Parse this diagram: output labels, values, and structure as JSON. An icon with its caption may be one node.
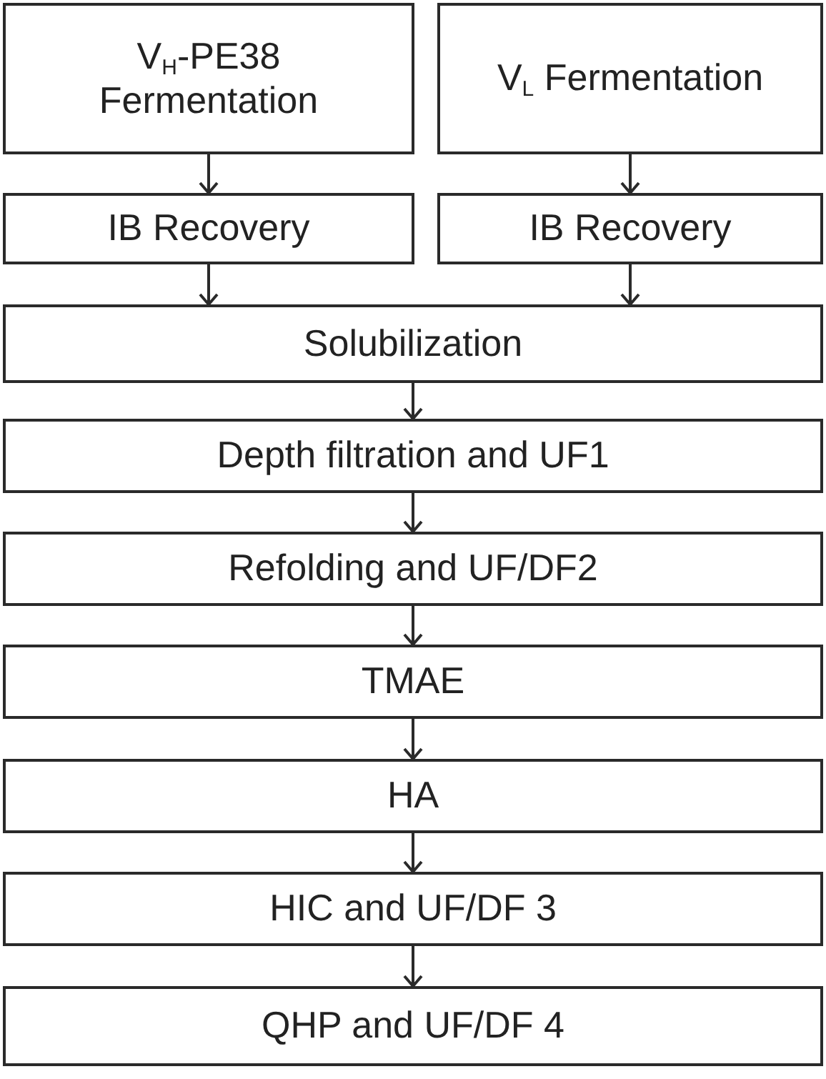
{
  "diagram": {
    "nodes": [
      {
        "text": [
          "V$_{H}$-PE38 Fermentation"
        ]
      },
      {
        "text": [
          "V$_{L}$ Fermentation"
        ]
      },
      {
        "text": [
          "IB Recovery"
        ]
      },
      {
        "text": [
          "IB Recovery"
        ]
      },
      {
        "text": [
          "Solubilization"
        ]
      },
      {
        "text": [
          "Depth filtration and UF1"
        ]
      },
      {
        "text": [
          "Refolding and UF/DF2"
        ]
      },
      {
        "text": [
          "TMAE"
        ]
      },
      {
        "text": [
          "HA"
        ]
      },
      {
        "text": [
          "HIC and UF/DF 3"
        ]
      },
      {
        "text": [
          "QHP and UF/DF 4"
        ]
      }
    ],
    "edges": [
      {
        "from": 0,
        "to": 2,
        "arrow": "to"
      },
      {
        "from": 1,
        "to": 3,
        "arrow": "to"
      },
      {
        "from": 2,
        "to": 4,
        "arrow": "to"
      },
      {
        "from": 3,
        "to": 4,
        "arrow": "to"
      },
      {
        "from": 4,
        "to": 5,
        "arrow": "to"
      },
      {
        "from": 5,
        "to": 6,
        "arrow": "to"
      },
      {
        "from": 6,
        "to": 7,
        "arrow": "to"
      },
      {
        "from": 7,
        "to": 8,
        "arrow": "to"
      },
      {
        "from": 8,
        "to": 9,
        "arrow": "to"
      },
      {
        "from": 9,
        "to": 10,
        "arrow": "to"
      }
    ]
  }
}
